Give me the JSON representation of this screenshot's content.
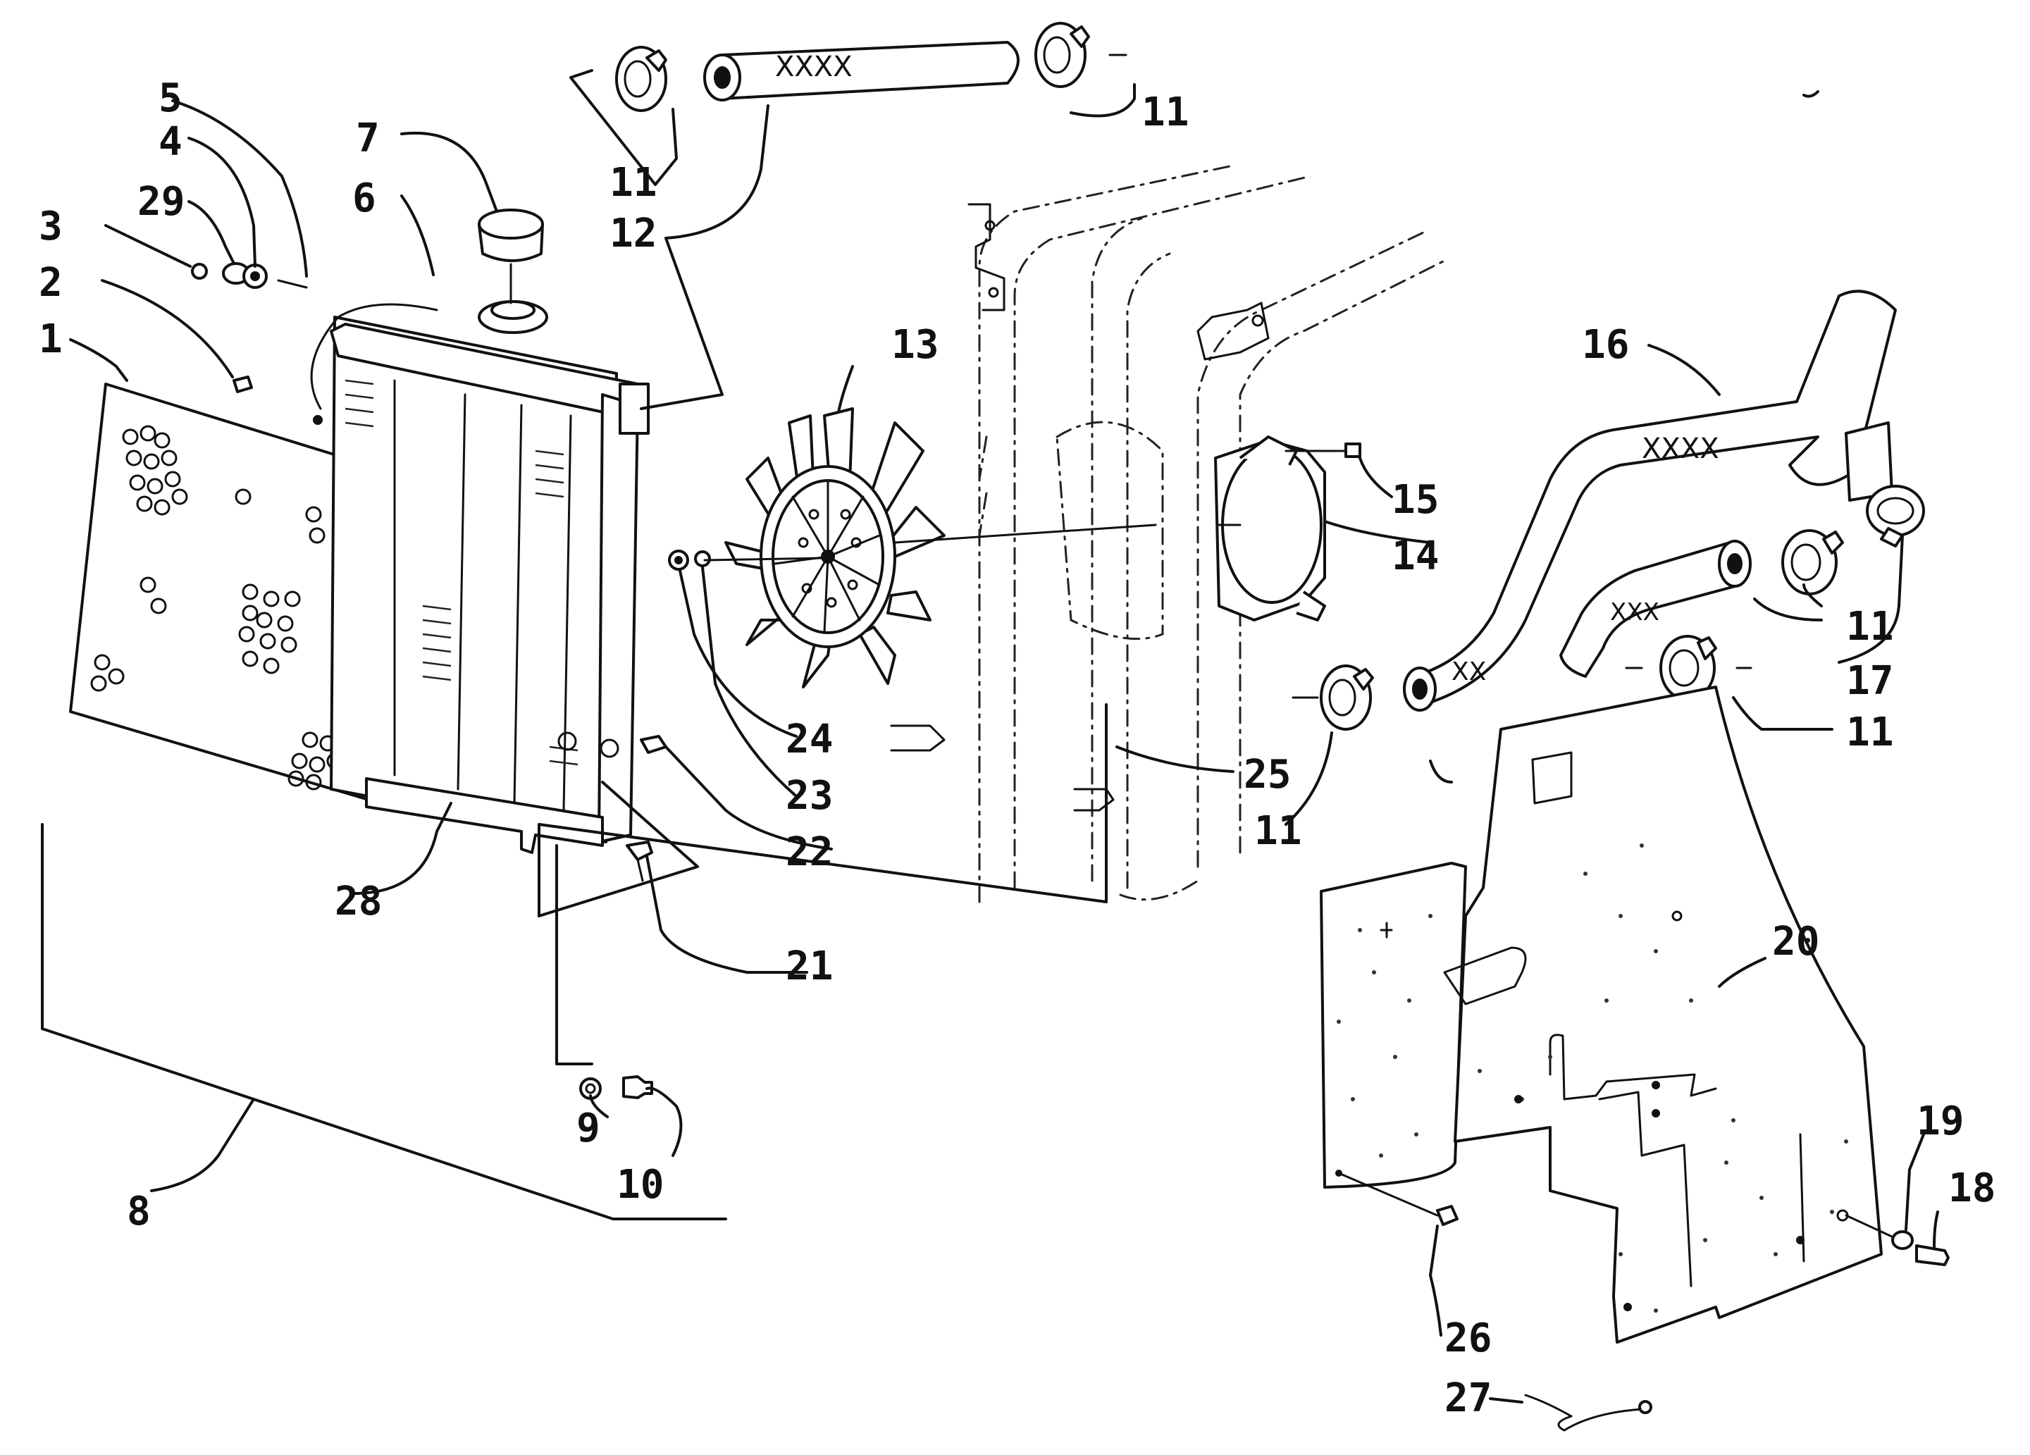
{
  "diagram": {
    "callouts": [
      {
        "id": "c1",
        "text": "1"
      },
      {
        "id": "c2",
        "text": "2"
      },
      {
        "id": "c3",
        "text": "3"
      },
      {
        "id": "c29",
        "text": "29"
      },
      {
        "id": "c4",
        "text": "4"
      },
      {
        "id": "c5",
        "text": "5"
      },
      {
        "id": "c6",
        "text": "6"
      },
      {
        "id": "c7",
        "text": "7"
      },
      {
        "id": "c8",
        "text": "8"
      },
      {
        "id": "c9",
        "text": "9"
      },
      {
        "id": "c10",
        "text": "10"
      },
      {
        "id": "c11a",
        "text": "11"
      },
      {
        "id": "c12",
        "text": "12"
      },
      {
        "id": "c11b",
        "text": "11"
      },
      {
        "id": "c13",
        "text": "13"
      },
      {
        "id": "c14",
        "text": "14"
      },
      {
        "id": "c15",
        "text": "15"
      },
      {
        "id": "c16",
        "text": "16"
      },
      {
        "id": "c11c",
        "text": "11"
      },
      {
        "id": "c17",
        "text": "17"
      },
      {
        "id": "c11d",
        "text": "11"
      },
      {
        "id": "c11e",
        "text": "11"
      },
      {
        "id": "c18",
        "text": "18"
      },
      {
        "id": "c19",
        "text": "19"
      },
      {
        "id": "c20",
        "text": "20"
      },
      {
        "id": "c21",
        "text": "21"
      },
      {
        "id": "c22",
        "text": "22"
      },
      {
        "id": "c23",
        "text": "23"
      },
      {
        "id": "c24",
        "text": "24"
      },
      {
        "id": "c25",
        "text": "25"
      },
      {
        "id": "c26",
        "text": "26"
      },
      {
        "id": "c27",
        "text": "27"
      },
      {
        "id": "c28",
        "text": "28"
      }
    ]
  }
}
